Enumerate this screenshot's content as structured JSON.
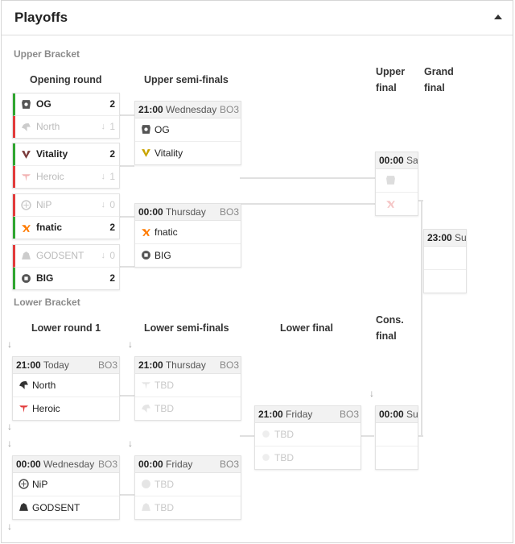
{
  "header": {
    "title": "Playoffs"
  },
  "sections": {
    "upper": "Upper Bracket",
    "lower": "Lower Bracket"
  },
  "columns": {
    "opening": "Opening round",
    "upper_semis": "Upper semi-finals",
    "upper_final_1": "Upper",
    "upper_final_2": "final",
    "grand_final_1": "Grand",
    "grand_final_2": "final",
    "lower_r1": "Lower round 1",
    "lower_semis": "Lower semi-finals",
    "lower_final": "Lower final",
    "cons_final_1": "Cons.",
    "cons_final_2": "final"
  },
  "opening": [
    {
      "win": {
        "name": "OG",
        "score": "2"
      },
      "lose": {
        "name": "North",
        "score": "1"
      }
    },
    {
      "win": {
        "name": "Vitality",
        "score": "2"
      },
      "lose": {
        "name": "Heroic",
        "score": "1"
      }
    },
    {
      "lose": {
        "name": "NiP",
        "score": "0"
      },
      "win": {
        "name": "fnatic",
        "score": "2"
      }
    },
    {
      "lose": {
        "name": "GODSENT",
        "score": "0"
      },
      "win": {
        "name": "BIG",
        "score": "2"
      }
    }
  ],
  "upper_semis": [
    {
      "time": "21:00",
      "day": "Wednesday",
      "bo": "BO3",
      "t1": "OG",
      "t2": "Vitality"
    },
    {
      "time": "00:00",
      "day": "Thursday",
      "bo": "BO3",
      "t1": "fnatic",
      "t2": "BIG"
    }
  ],
  "upper_final": {
    "time": "00:00",
    "day": "Sat"
  },
  "grand_final": {
    "time": "23:00",
    "day": "Sun"
  },
  "lower_r1": [
    {
      "time": "21:00",
      "day": "Today",
      "bo": "BO3",
      "t1": "North",
      "t2": "Heroic"
    },
    {
      "time": "00:00",
      "day": "Wednesday",
      "bo": "BO3",
      "t1": "NiP",
      "t2": "GODSENT"
    }
  ],
  "lower_semis": [
    {
      "time": "21:00",
      "day": "Thursday",
      "bo": "BO3",
      "t1": "TBD",
      "t2": "TBD"
    },
    {
      "time": "00:00",
      "day": "Friday",
      "bo": "BO3",
      "t1": "TBD",
      "t2": "TBD"
    }
  ],
  "lower_final": {
    "time": "21:00",
    "day": "Friday",
    "bo": "BO3",
    "t1": "TBD",
    "t2": "TBD"
  },
  "cons_final": {
    "time": "00:00",
    "day": "Sun"
  },
  "colors": {
    "win": "#2fa52f",
    "lose": "#e23b3b",
    "fnatic": "#ff7b00"
  }
}
